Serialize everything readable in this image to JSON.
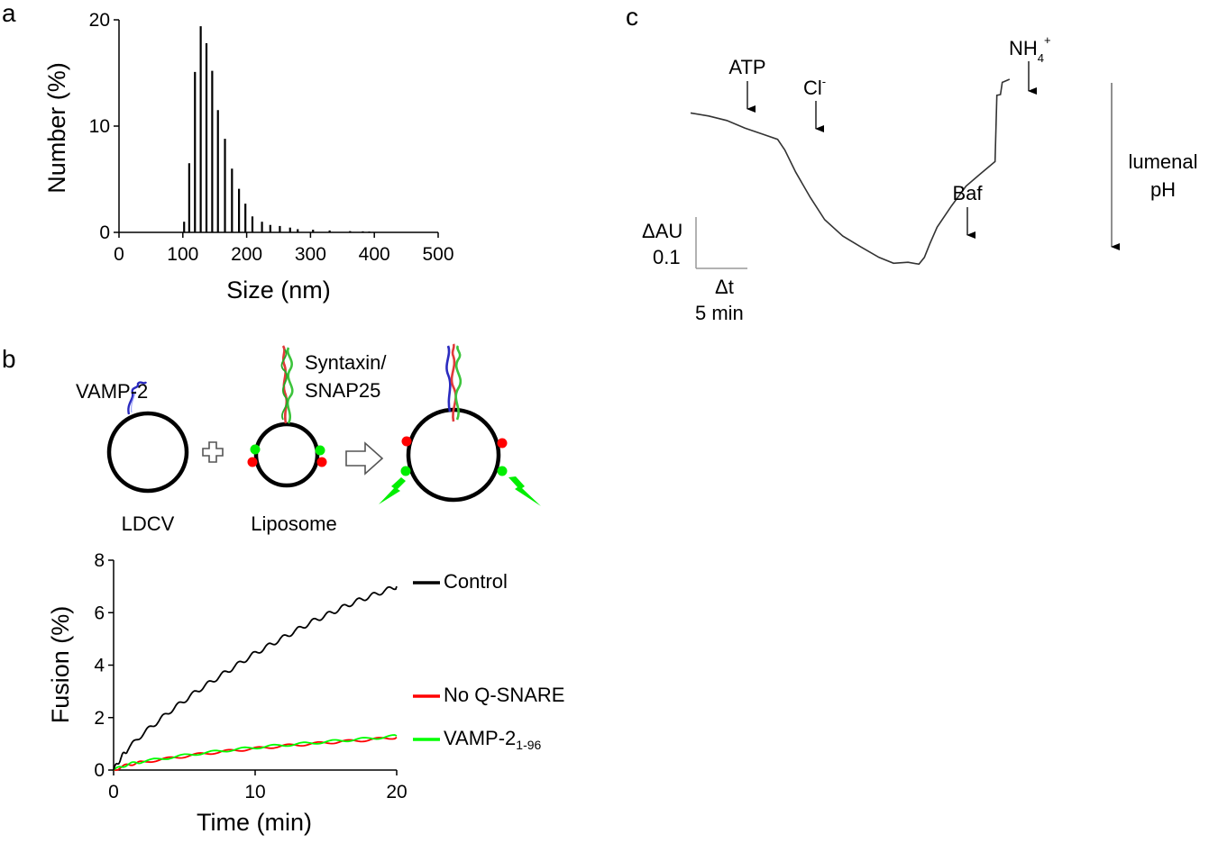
{
  "panels": {
    "a": "a",
    "b": "b",
    "c": "c"
  },
  "chart_data": [
    {
      "panel": "a",
      "type": "bar",
      "xlabel": "Size (nm)",
      "ylabel": "Number (%)",
      "xlim": [
        0,
        500
      ],
      "ylim": [
        0,
        20
      ],
      "xticks": [
        0,
        100,
        200,
        300,
        400,
        500
      ],
      "yticks": [
        0,
        10,
        20
      ],
      "grid": false,
      "x": [
        102,
        110,
        119,
        128,
        137,
        146,
        155,
        166,
        177,
        188,
        198,
        209,
        224,
        237,
        252,
        268,
        280,
        304,
        330,
        362,
        382,
        392
      ],
      "values": [
        1.0,
        6.5,
        15.1,
        19.4,
        17.8,
        15.2,
        11.5,
        8.8,
        6.0,
        4.1,
        2.7,
        1.5,
        1.0,
        0.7,
        0.6,
        0.45,
        0.3,
        0.25,
        0.18,
        0.12,
        0.1,
        0.08
      ],
      "colors": {
        "bars": "#000000"
      }
    },
    {
      "panel": "b",
      "type": "line",
      "xlabel": "Time (min)",
      "ylabel": "Fusion (%)",
      "xlim": [
        0,
        20
      ],
      "ylim": [
        0,
        8
      ],
      "xticks": [
        0,
        10,
        20
      ],
      "yticks": [
        0,
        2,
        4,
        6,
        8
      ],
      "grid": false,
      "legend_position": "right",
      "series": [
        {
          "name": "Control",
          "color": "#000000",
          "x": [
            0,
            0.5,
            1,
            2,
            3,
            4,
            5,
            6,
            7,
            8,
            9,
            10,
            11,
            12,
            13,
            14,
            15,
            16,
            17,
            18,
            19,
            20
          ],
          "values": [
            0,
            0.45,
            0.8,
            1.35,
            1.8,
            2.25,
            2.65,
            3.05,
            3.4,
            3.75,
            4.1,
            4.45,
            4.75,
            5.05,
            5.35,
            5.65,
            5.9,
            6.15,
            6.4,
            6.6,
            6.8,
            7.0
          ]
        },
        {
          "name": "No Q-SNARE",
          "color": "#ff0000",
          "x": [
            0,
            1,
            2,
            4,
            6,
            8,
            10,
            12,
            14,
            16,
            18,
            20
          ],
          "values": [
            0,
            0.2,
            0.3,
            0.45,
            0.6,
            0.72,
            0.82,
            0.92,
            1.0,
            1.08,
            1.15,
            1.25
          ]
        },
        {
          "name": "VAMP-2",
          "name_subscript": "1-96",
          "color": "#00ff00",
          "x": [
            0,
            1,
            2,
            4,
            6,
            8,
            10,
            12,
            14,
            16,
            18,
            20
          ],
          "values": [
            0,
            0.22,
            0.32,
            0.48,
            0.63,
            0.75,
            0.86,
            0.95,
            1.03,
            1.12,
            1.2,
            1.3
          ]
        }
      ]
    },
    {
      "panel": "c",
      "type": "line",
      "ylim": [
        0,
        1
      ],
      "xlim": [
        0,
        1
      ],
      "grid": false,
      "series": [
        {
          "name": "",
          "color": "#333333",
          "x": [
            0,
            0.05,
            0.1,
            0.15,
            0.2,
            0.24,
            0.26,
            0.29,
            0.33,
            0.37,
            0.42,
            0.47,
            0.52,
            0.56,
            0.6,
            0.63,
            0.645,
            0.66,
            0.68,
            0.72,
            0.76,
            0.8,
            0.84,
            0.845,
            0.855,
            0.86,
            0.865,
            0.88
          ],
          "values": [
            0.826,
            0.81,
            0.787,
            0.748,
            0.716,
            0.69,
            0.635,
            0.52,
            0.39,
            0.275,
            0.19,
            0.134,
            0.08,
            0.05,
            0.055,
            0.045,
            0.08,
            0.15,
            0.236,
            0.346,
            0.448,
            0.512,
            0.575,
            0.917,
            0.921,
            0.984,
            0.988,
            1.0
          ]
        }
      ],
      "annotations": {
        "atp": "ATP",
        "cl": "Cl",
        "cl_sup": "-",
        "baf": "Baf",
        "nh": "NH",
        "nh_sub": "4",
        "nh_sup": "+",
        "scale_y_label": "ΔAU",
        "scale_y_value": "0.1",
        "scale_x_label": "Δt",
        "scale_x_value": "5 min",
        "direction_line1": "lumenal",
        "direction_line2": "pH"
      }
    }
  ],
  "diagram_b": {
    "vamp_label": "VAMP-2",
    "syntaxin_label_1": "Syntaxin/",
    "syntaxin_label_2": "SNAP25",
    "ldcv_label": "LDCV",
    "liposome_label": "Liposome",
    "colors": {
      "vamp": "#2b2bbf",
      "syntaxin": "#e03a3a",
      "snap": "#3cc43c",
      "dye_red": "#ff0000",
      "dye_green": "#00ee00"
    }
  }
}
